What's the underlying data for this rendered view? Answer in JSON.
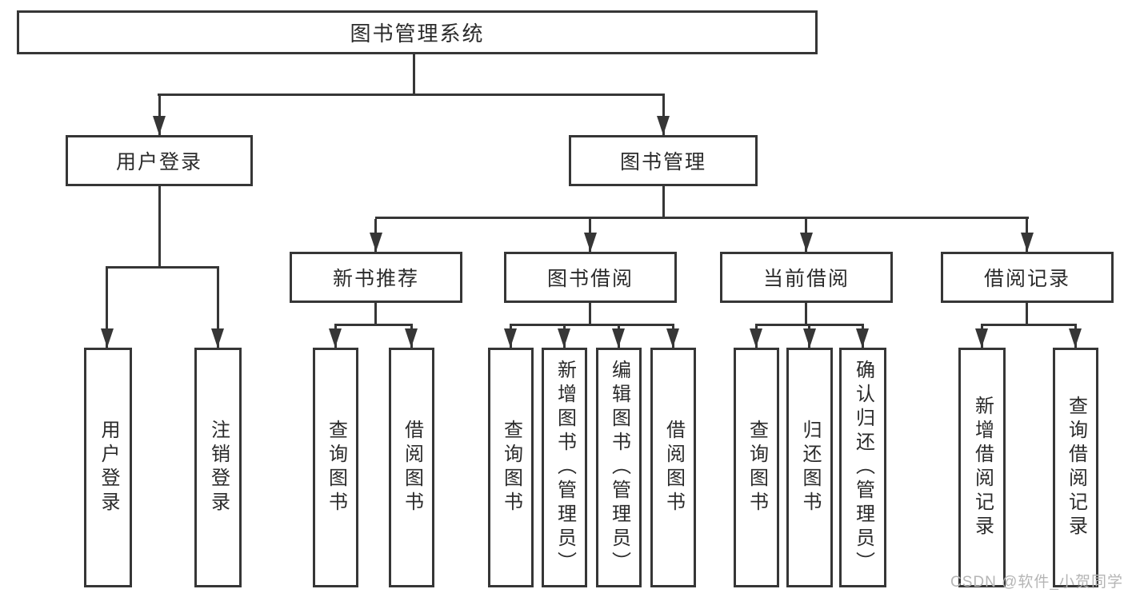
{
  "diagram_type": "functional-structure-tree",
  "colors": {
    "background": "#ffffff",
    "line": "#363636",
    "box_border": "#363636",
    "box_fill": "#ffffff",
    "text": "#2b2b2b",
    "watermark": "#b5b5b5"
  },
  "tree": {
    "root": {
      "label": "图书管理系统",
      "children": [
        {
          "label": "用户登录",
          "children": [
            {
              "label": "用户登录"
            },
            {
              "label": "注销登录"
            }
          ]
        },
        {
          "label": "图书管理",
          "children": [
            {
              "label": "新书推荐",
              "children": [
                {
                  "label": "查询图书"
                },
                {
                  "label": "借阅图书"
                }
              ]
            },
            {
              "label": "图书借阅",
              "children": [
                {
                  "label": "查询图书"
                },
                {
                  "label": "新增图书（管理员）"
                },
                {
                  "label": "编辑图书（管理员）"
                },
                {
                  "label": "借阅图书"
                }
              ]
            },
            {
              "label": "当前借阅",
              "children": [
                {
                  "label": "查询图书"
                },
                {
                  "label": "归还图书"
                },
                {
                  "label": "确认归还（管理员）"
                }
              ]
            },
            {
              "label": "借阅记录",
              "children": [
                {
                  "label": "新增借阅记录"
                },
                {
                  "label": "查询借阅记录"
                }
              ]
            }
          ]
        }
      ]
    }
  },
  "watermark": {
    "text": "CSDN @软件_小贺同学"
  }
}
